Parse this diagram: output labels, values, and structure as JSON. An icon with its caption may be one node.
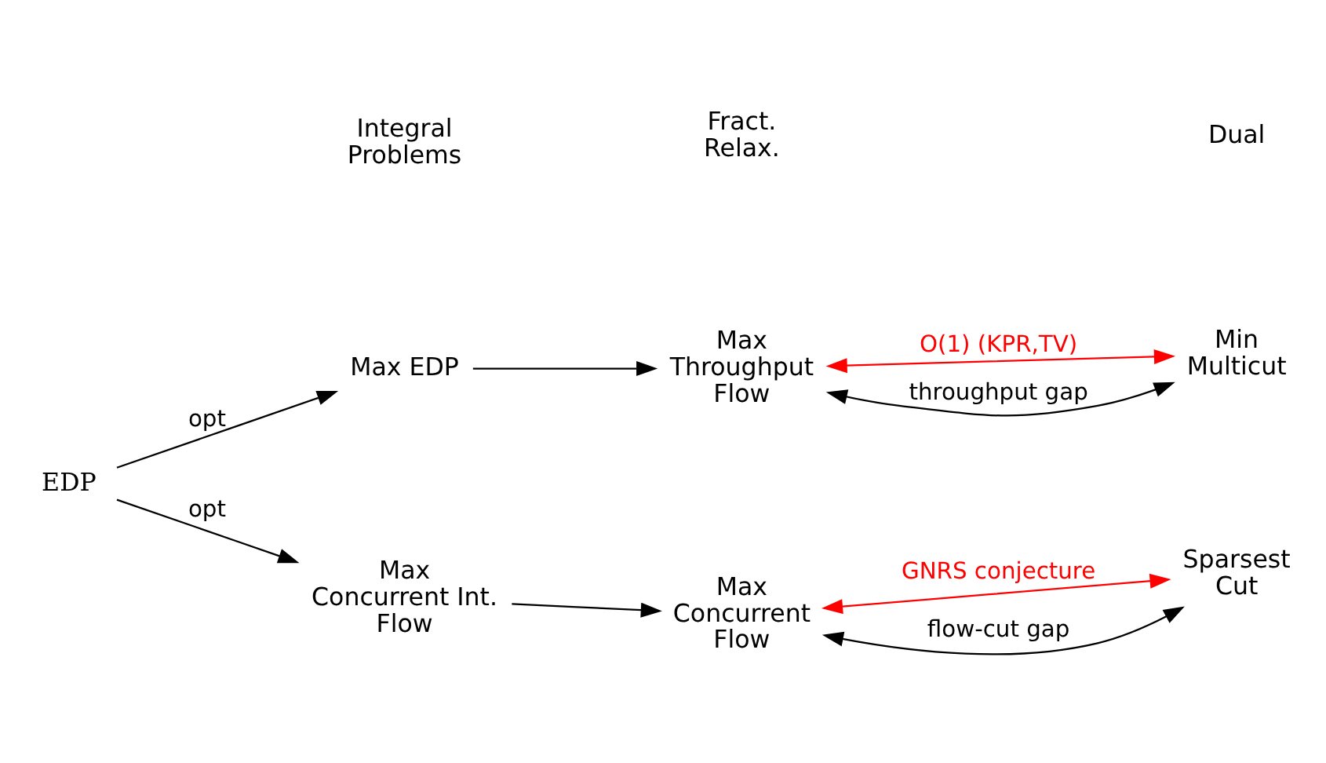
{
  "diagram": {
    "nodes": [
      {
        "text": [
          "EDP"
        ]
      },
      {
        "text": [
          "Max EDP"
        ]
      },
      {
        "text": [
          "Max Throughput Flow"
        ]
      },
      {
        "text": [
          "Min Multicut"
        ]
      },
      {
        "text": [
          "Max Concurrent Int. Flow"
        ]
      },
      {
        "text": [
          "Max Concurrent Flow"
        ]
      },
      {
        "text": [
          "Sparsest Cut"
        ]
      }
    ],
    "edges": [
      {
        "from": 0,
        "to": 1,
        "arrow": "to",
        "label": "opt"
      },
      {
        "from": 0,
        "to": 4,
        "arrow": "to",
        "label": "opt"
      },
      {
        "from": 1,
        "to": 2,
        "arrow": "to"
      },
      {
        "from": 2,
        "to": 3,
        "arrow": "both",
        "label": "O(1) (KPR,TV)",
        "color": "#ff0000"
      },
      {
        "from": 2,
        "to": 3,
        "arrow": "both",
        "label": "throughput gap"
      },
      {
        "from": 4,
        "to": 5,
        "arrow": "to"
      },
      {
        "from": 5,
        "to": 6,
        "arrow": "both",
        "label": "GNRS conjecture",
        "color": "#ff0000"
      },
      {
        "from": 5,
        "to": 6,
        "arrow": "both",
        "label": "flow-cut gap"
      }
    ],
    "labels": [
      "Integral Problems",
      "Fract. Relax.",
      "Dual"
    ]
  }
}
